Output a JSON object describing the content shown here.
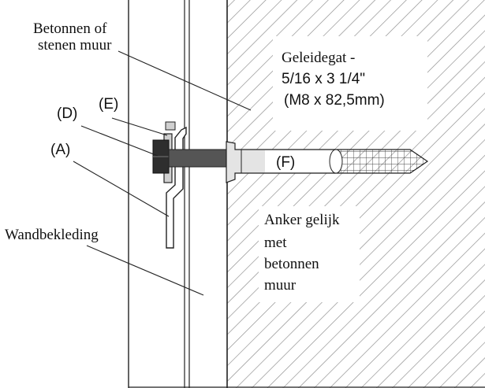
{
  "labels": {
    "wall": [
      "Betonnen of",
      "stenen muur"
    ],
    "pilot_hole": [
      "Geleidegat -",
      "5/16 x 3 1/4\"",
      "(M8 x 82,5mm)"
    ],
    "anchor": [
      "Anker gelijk",
      "met",
      "betonnen",
      "muur"
    ],
    "wall_covering": "Wandbekleding",
    "part_a": "(A)",
    "part_d": "(D)",
    "part_e": "(E)",
    "part_f": "(F)"
  },
  "colors": {
    "line": "#222222",
    "hatch": "#8a8a8a",
    "bolt": "#555555",
    "nut": "#2e2e2e",
    "plug": "#e4e4e4"
  }
}
